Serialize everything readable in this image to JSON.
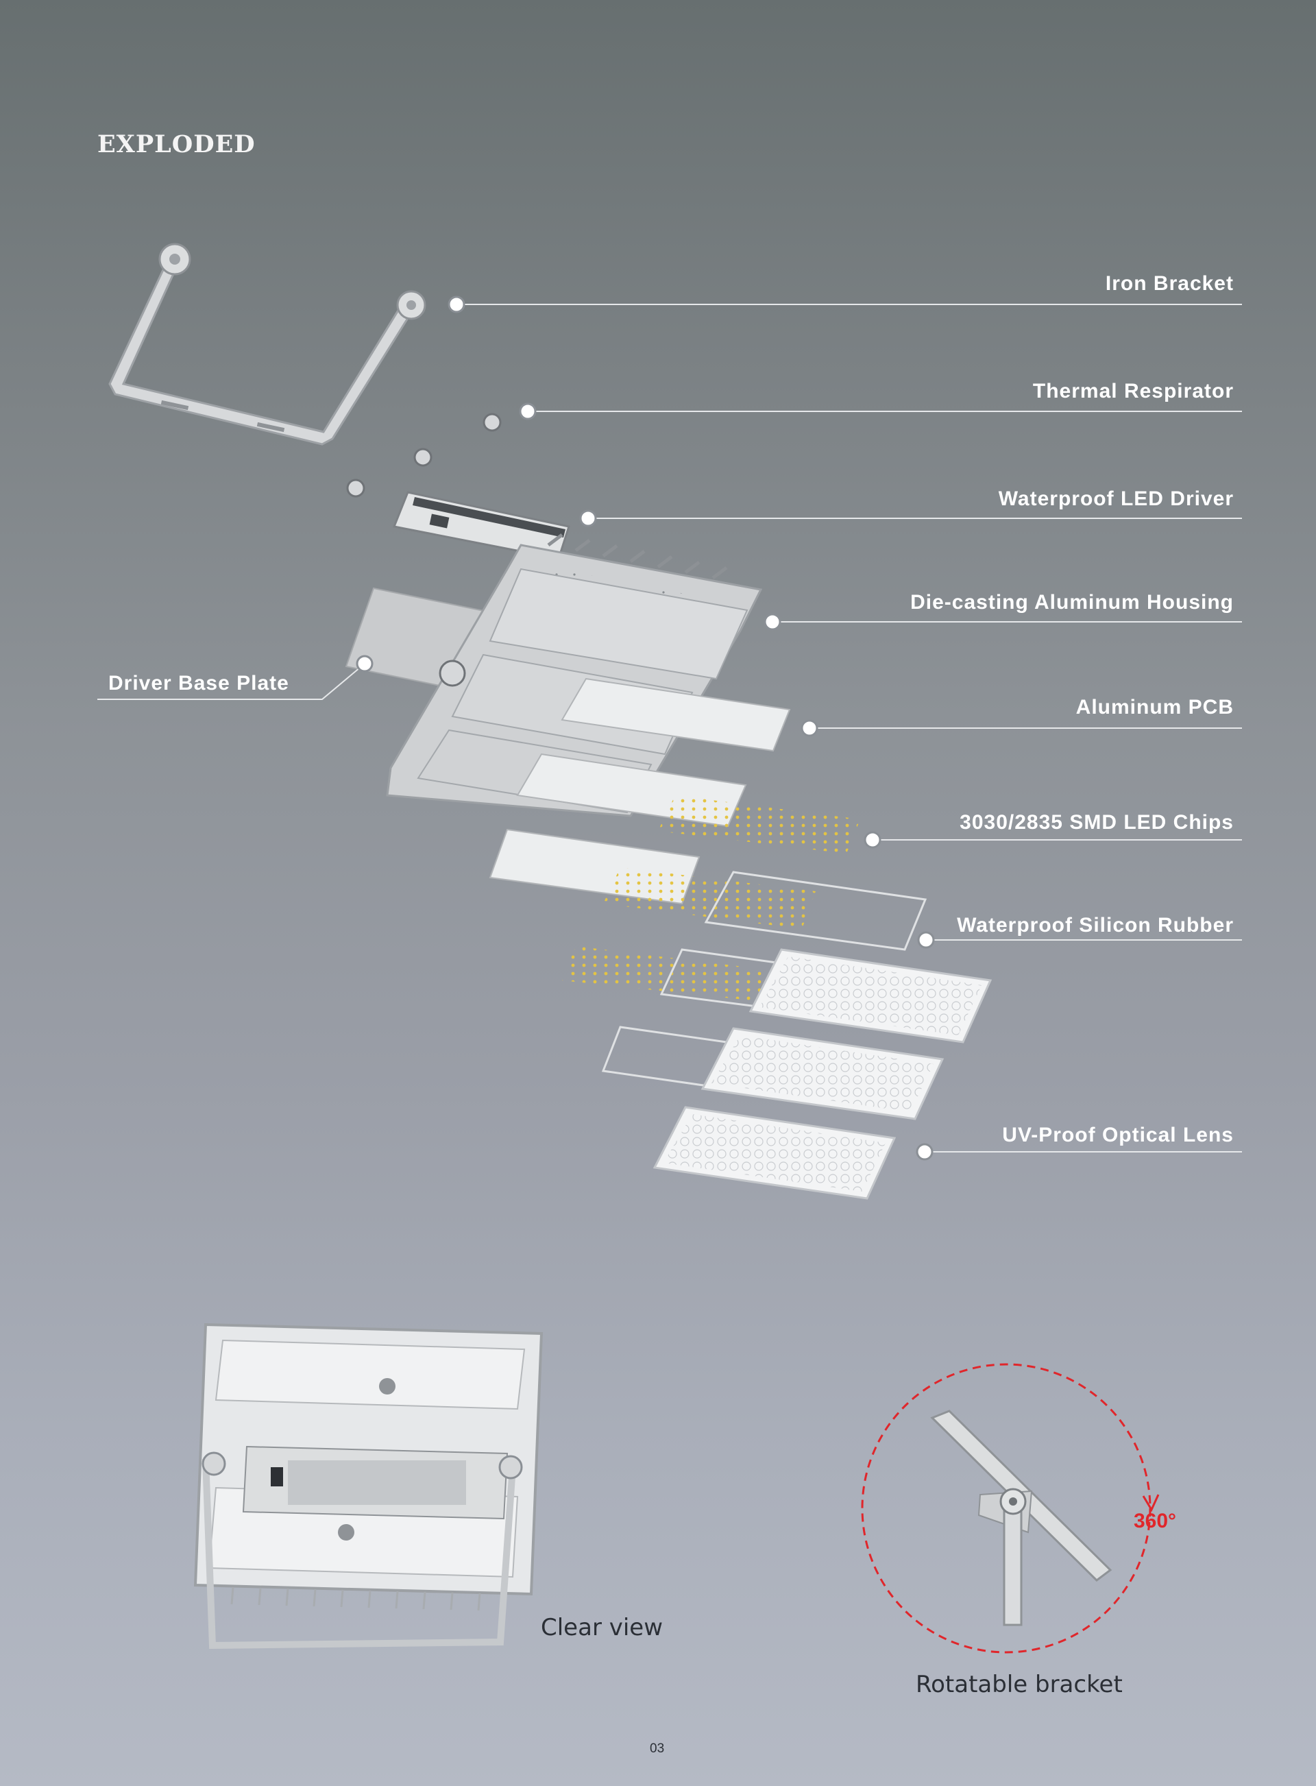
{
  "heading": "EXPLODED",
  "callouts": {
    "iron_bracket": "Iron Bracket",
    "thermal_respirator": "Thermal Respirator",
    "waterproof_led_driver": "Waterproof LED Driver",
    "die_casting_housing": "Die-casting Aluminum Housing",
    "aluminum_pcb": "Aluminum PCB",
    "smd_led_chips": "3030/2835 SMD LED Chips",
    "waterproof_silicon_rubber": "Waterproof Silicon Rubber",
    "uv_proof_lens": "UV-Proof Optical Lens",
    "driver_base_plate": "Driver Base Plate"
  },
  "captions": {
    "clear_view": "Clear view",
    "rotatable_bracket": "Rotatable bracket",
    "rotation_degrees": "360°"
  },
  "page_number": "03",
  "colors": {
    "callout_text": "#ffffff",
    "leader_line": "#e6e8ea",
    "accent_red": "#e0262b",
    "component_gray": "#d4d6d8",
    "led_chip_yellow": "#e4c443"
  }
}
